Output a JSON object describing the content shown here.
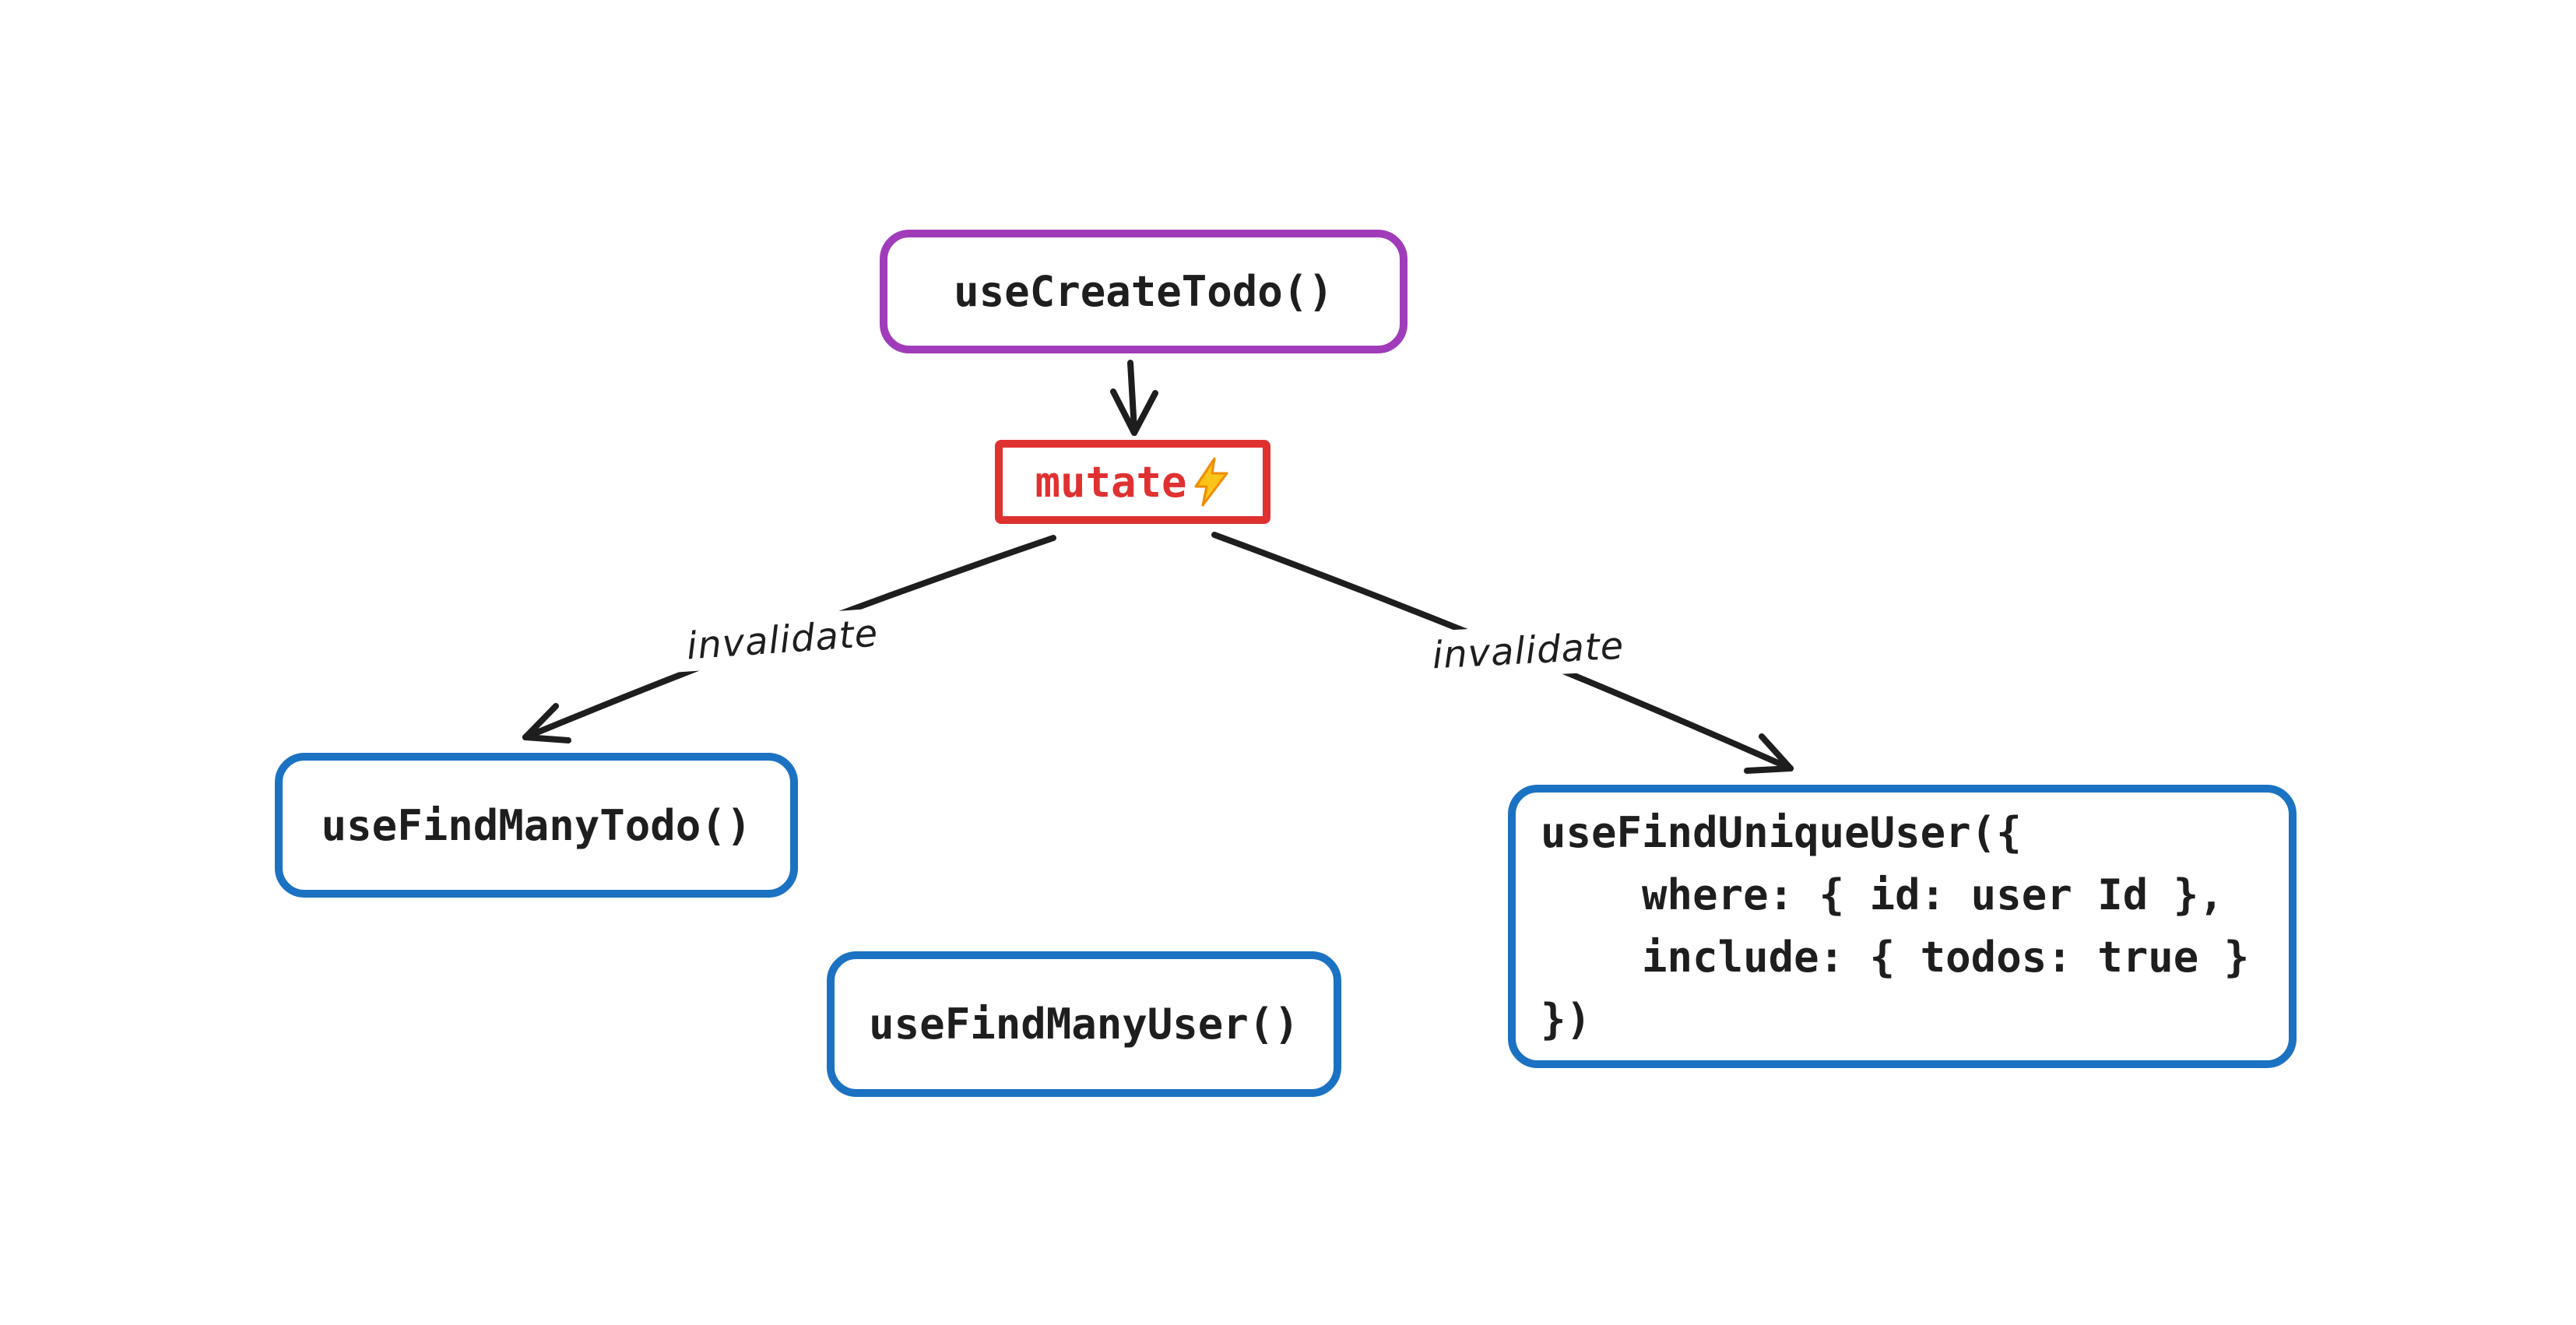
{
  "colors": {
    "ink": "#1e1e1e",
    "purple": "#a03cb9",
    "red": "#e03131",
    "blue": "#1b72c2",
    "bolt_fill": "#fcc419",
    "bolt_stroke": "#f08c00",
    "background": "#ffffff"
  },
  "nodes": {
    "create_todo": {
      "label": "useCreateTodo()"
    },
    "mutate": {
      "label": "mutate",
      "icon": "lightning-bolt"
    },
    "find_many_todo": {
      "label": "useFindManyTodo()"
    },
    "find_many_user": {
      "label": "useFindManyUser()"
    },
    "find_unique_user": {
      "lines": [
        "useFindUniqueUser({",
        "    where: { id: user Id },",
        "    include: { todos: true }",
        "})"
      ]
    }
  },
  "edges": {
    "mutate_arrow": {
      "label": ""
    },
    "invalidate_left": {
      "label": "invalidate"
    },
    "invalidate_right": {
      "label": "invalidate"
    }
  }
}
